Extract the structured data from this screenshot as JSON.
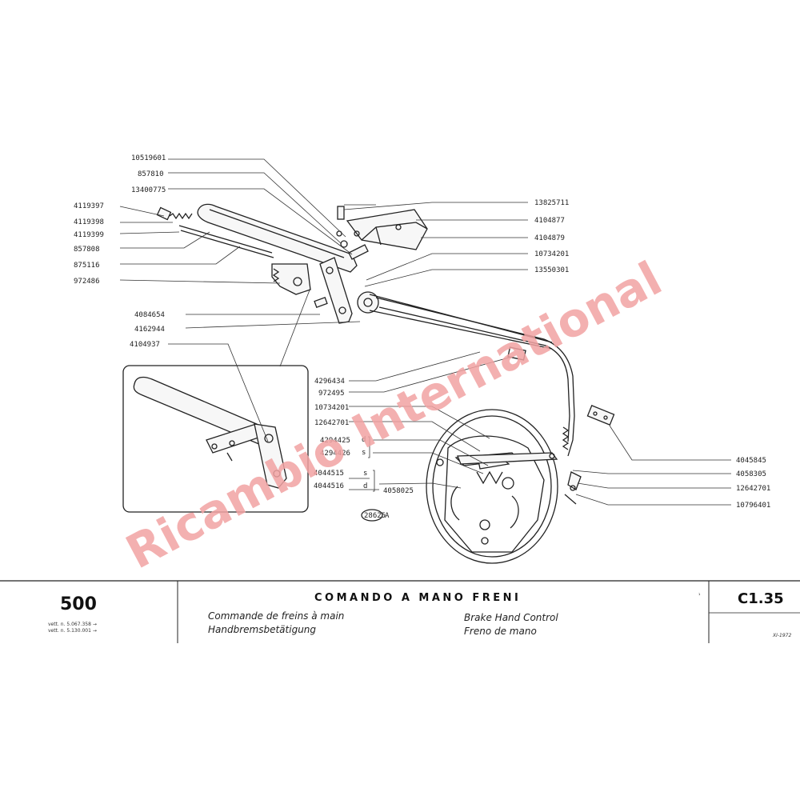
{
  "part_numbers_left": [
    {
      "label": "10519601"
    },
    {
      "label": "857810"
    },
    {
      "label": "13400775"
    },
    {
      "label": "4119397"
    },
    {
      "label": "4119398"
    },
    {
      "label": "4119399"
    },
    {
      "label": "857808"
    },
    {
      "label": "875116"
    },
    {
      "label": "972486"
    },
    {
      "label": "4084654"
    },
    {
      "label": "4162944"
    },
    {
      "label": "4104937"
    },
    {
      "label": "4296434"
    },
    {
      "label": "972495"
    },
    {
      "label": "10734201"
    },
    {
      "label": "12642701"
    },
    {
      "label": "4294425"
    },
    {
      "label": "4294426"
    },
    {
      "label": "4044515"
    },
    {
      "label": "4044516"
    },
    {
      "label": "4058025"
    },
    {
      "label": "28625"
    }
  ],
  "part_numbers_right": [
    {
      "label": "13825711"
    },
    {
      "label": "4104877"
    },
    {
      "label": "4104879"
    },
    {
      "label": "10734201"
    },
    {
      "label": "13550301"
    },
    {
      "label": "4045845"
    },
    {
      "label": "4058305"
    },
    {
      "label": "12642701"
    },
    {
      "label": "10796401"
    }
  ],
  "side_markers": {
    "d1": "d",
    "s1": "s",
    "s2": "s",
    "d2": "d",
    "a": "A"
  },
  "watermark": "Ricambio International",
  "footer": {
    "model": "500",
    "serials": [
      "vett. n. 5.067.358 →",
      "vett. n. 5.130.001 →"
    ],
    "title": "COMANDO A MANO FRENI",
    "fr": "Commande de freins à main",
    "en": "Brake Hand Control",
    "de": "Handbremsbetätigung",
    "it": "Freno de mano",
    "page_code": "C1.35",
    "date": "XI-1972",
    "mark": "¹"
  }
}
